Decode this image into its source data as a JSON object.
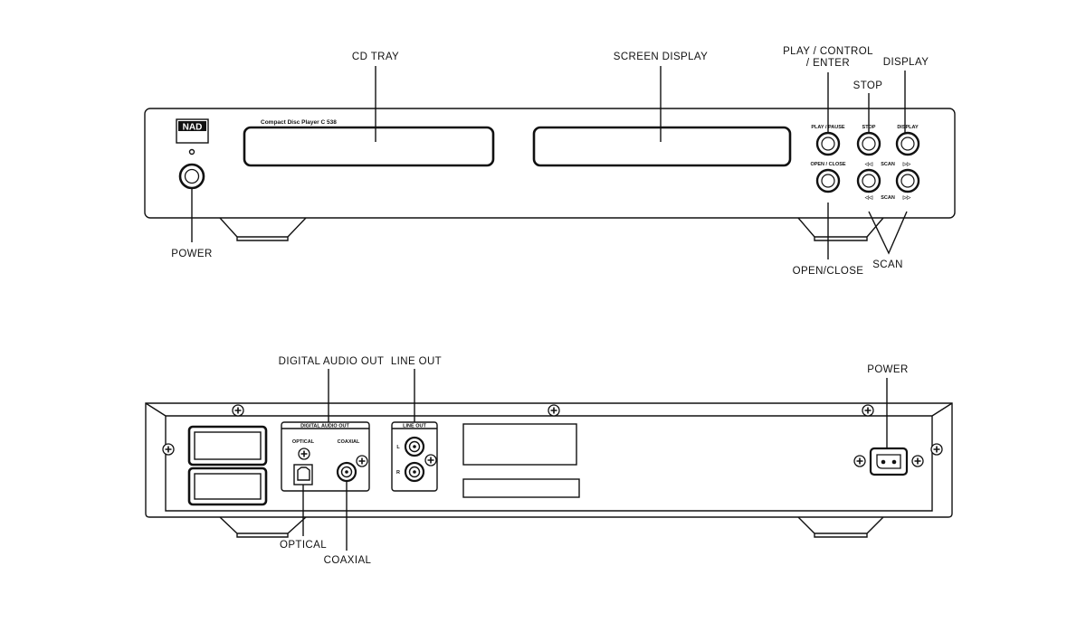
{
  "front_panel": {
    "brand": "NAD",
    "model_text": "Compact Disc Player C 538",
    "button_labels": {
      "play_pause": "PLAY / PAUSE",
      "stop": "STOP",
      "display": "DISPLAY",
      "open_close": "OPEN / CLOSE",
      "scan": "SCAN"
    },
    "scan_symbols": {
      "back": "◁◁",
      "forward": "▷▷"
    },
    "callouts": {
      "cd_tray": "CD TRAY",
      "screen_display": "SCREEN DISPLAY",
      "play_control_line1": "PLAY / CONTROL",
      "play_control_line2": "/ ENTER",
      "stop": "STOP",
      "display": "DISPLAY",
      "power": "POWER",
      "open_close": "OPEN/CLOSE",
      "scan": "SCAN"
    }
  },
  "rear_panel": {
    "panel_labels": {
      "digital_audio_out": "DIGITAL AUDIO OUT",
      "optical": "OPTICAL",
      "coaxial": "COAXIAL",
      "line_out": "LINE OUT",
      "left": "L",
      "right": "R"
    },
    "callouts": {
      "digital_audio_out": "DIGITAL AUDIO OUT",
      "line_out": "LINE OUT",
      "power": "POWER",
      "optical": "OPTICAL",
      "coaxial": "COAXIAL"
    }
  }
}
